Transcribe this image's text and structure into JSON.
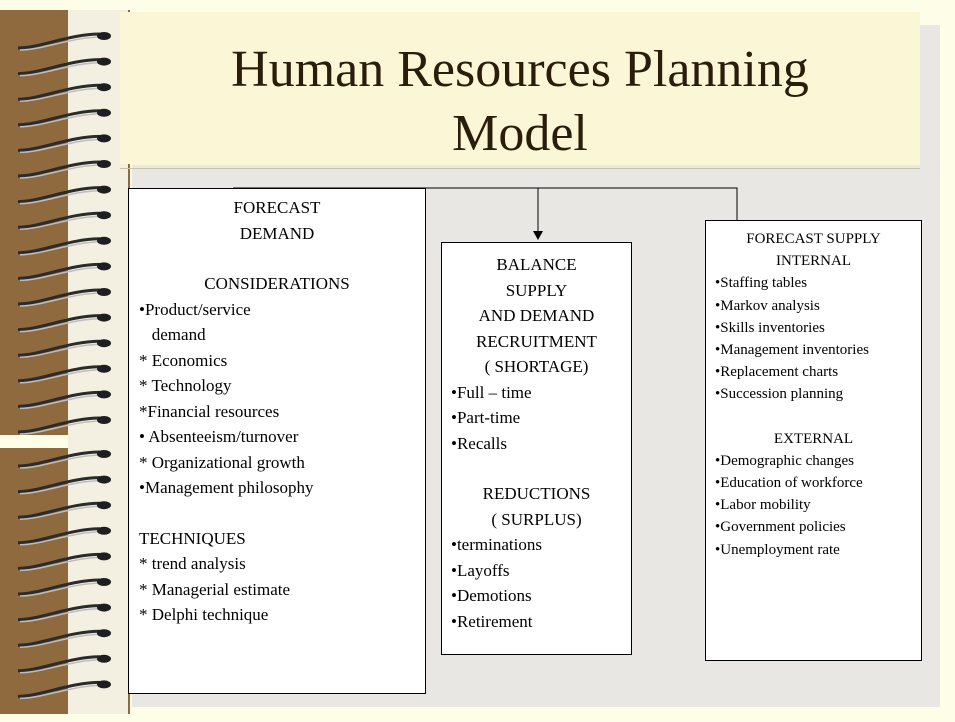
{
  "slide": {
    "title_line1": "Human Resources Planning",
    "title_line2": "Model"
  },
  "forecast_demand": {
    "heading_line1": "FORECAST",
    "heading_line2": "DEMAND",
    "considerations_heading": "CONSIDERATIONS",
    "considerations": [
      "•Product/service",
      "   demand",
      "* Economics",
      "* Technology",
      "*Financial resources",
      "• Absenteeism/turnover",
      "* Organizational growth",
      "•Management philosophy"
    ],
    "techniques_heading": "TECHNIQUES",
    "techniques": [
      "* trend analysis",
      "* Managerial estimate",
      "* Delphi technique"
    ]
  },
  "balance": {
    "heading": [
      "BALANCE",
      "SUPPLY",
      "AND DEMAND",
      "RECRUITMENT",
      "( SHORTAGE)"
    ],
    "recruitment_items": [
      "•Full – time",
      "•Part-time",
      "•Recalls"
    ],
    "reductions_heading": [
      "REDUCTIONS",
      "( SURPLUS)"
    ],
    "reduction_items": [
      "•terminations",
      "•Layoffs",
      "•Demotions",
      "•Retirement"
    ]
  },
  "forecast_supply": {
    "heading_line1": "FORECAST SUPPLY",
    "heading_line2": "INTERNAL",
    "internal_items": [
      "•Staffing tables",
      "•Markov analysis",
      "•Skills inventories",
      "•Management inventories",
      "•Replacement charts",
      "•Succession planning"
    ],
    "external_heading": "EXTERNAL",
    "external_items": [
      "•Demographic changes",
      "•Education of workforce",
      "•Labor mobility",
      "•Government policies",
      "•Unemployment rate"
    ]
  },
  "colors": {
    "background": "#fdfde8",
    "title_band": "#fbf7d6",
    "panel": "#e9e7e3",
    "title_text": "#2a1d0c",
    "binding_wood": "#8f6a3e"
  }
}
